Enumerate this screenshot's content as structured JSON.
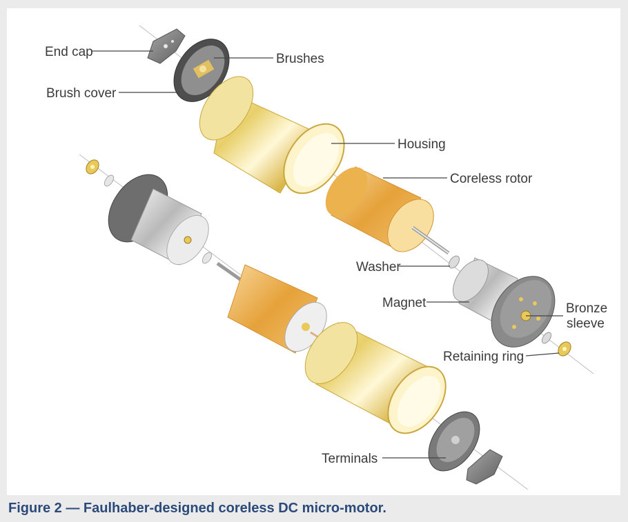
{
  "labels": {
    "end_cap": "End cap",
    "brushes": "Brushes",
    "brush_cover": "Brush cover",
    "housing": "Housing",
    "coreless_rotor": "Coreless rotor",
    "washer": "Washer",
    "magnet": "Magnet",
    "bronze_sleeve_1": "Bronze",
    "bronze_sleeve_2": "sleeve",
    "retaining_ring": "Retaining ring",
    "terminals": "Terminals"
  },
  "caption": "Figure 2 — Faulhaber-designed coreless DC micro-motor.",
  "colors": {
    "gold": "#e8c95a",
    "orange": "#e9a83c",
    "steel": "#c9c9c9",
    "dark_gray": "#6e6e6e",
    "caption": "#2b4a7a"
  }
}
